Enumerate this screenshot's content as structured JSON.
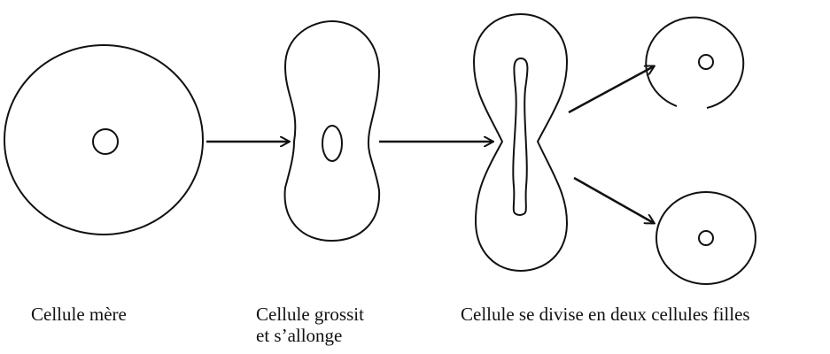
{
  "captions": {
    "mother_cell": "Cellule mère",
    "growing_cell_line1": "Cellule grossit",
    "growing_cell_line2": "et s’allonge",
    "dividing_cell": "Cellule se divise en deux cellules filles"
  },
  "colors": {
    "stroke": "#111111",
    "background": "#ffffff"
  }
}
